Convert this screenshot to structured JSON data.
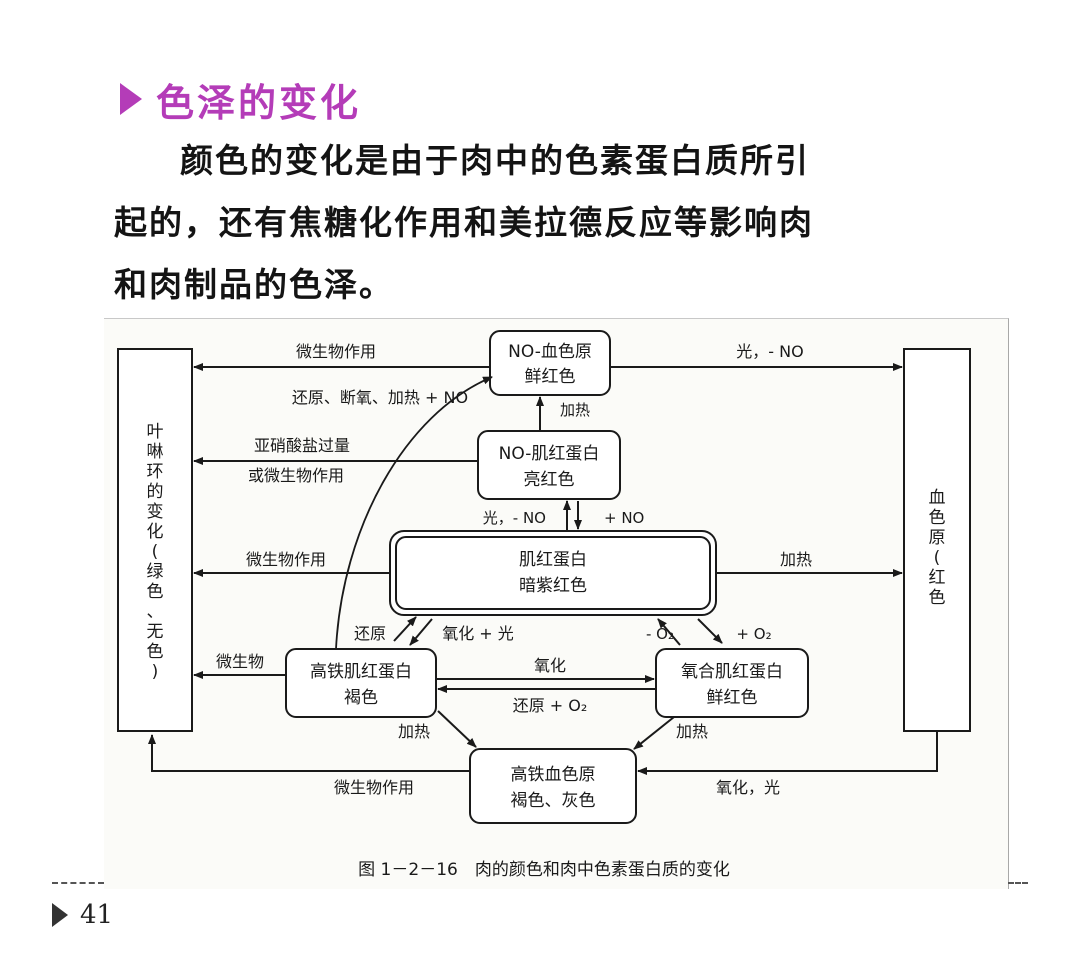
{
  "heading": {
    "text": "色泽的变化",
    "color": "#b43cb8"
  },
  "paragraph": {
    "line1": "颜色的变化是由于肉中的色素蛋白质所引",
    "line2": "起的，还有焦糖化作用和美拉德反应等影响肉",
    "line3": "和肉制品的色泽。"
  },
  "diagram": {
    "left_box": [
      "叶",
      "啉",
      "环",
      "的",
      "变",
      "化",
      "(",
      "绿",
      "色",
      "、",
      "无",
      "色",
      ")"
    ],
    "right_box": [
      "血",
      "色",
      "原",
      "(",
      "红",
      "色",
      ")"
    ],
    "nodes": {
      "no_hemochrome": {
        "line1": "NO-血色原",
        "line2": "鲜红色"
      },
      "no_myoglobin": {
        "line1": "NO-肌红蛋白",
        "line2": "亮红色"
      },
      "myoglobin": {
        "line1": "肌红蛋白",
        "line2": "暗紫红色"
      },
      "metmyoglobin": {
        "line1": "高铁肌红蛋白",
        "line2": "褐色"
      },
      "oxymyoglobin": {
        "line1": "氧合肌红蛋白",
        "line2": "鲜红色"
      },
      "hemichrome": {
        "line1": "高铁血色原",
        "line2": "褐色、灰色"
      }
    },
    "labels": {
      "microbe_top": "微生物作用",
      "light_minus_no_top": "光，- NO",
      "reduce_deox_heat": "还原、断氧、加热 + NO",
      "heat_up": "加热",
      "nitrite_line1": "亚硝酸盐过量",
      "nitrite_line2": "或微生物作用",
      "light_minus_no_mid": "光，- NO",
      "plus_no": "+ NO",
      "microbe_mid": "微生物作用",
      "heat_right": "加热",
      "reduce": "还原",
      "oxidize_light": "氧化 + 光",
      "minus_o2": "- O₂",
      "plus_o2": "+ O₂",
      "microbe_short": "微生物",
      "oxidize": "氧化",
      "reduce_o2": "还原 + O₂",
      "heat_bl": "加热",
      "heat_br": "加热",
      "microbe_bottom": "微生物作用",
      "oxidize_light_bottom": "氧化，光"
    },
    "caption": "图 1－2－16　肉的颜色和肉中色素蛋白质的变化"
  },
  "page_number": "41"
}
